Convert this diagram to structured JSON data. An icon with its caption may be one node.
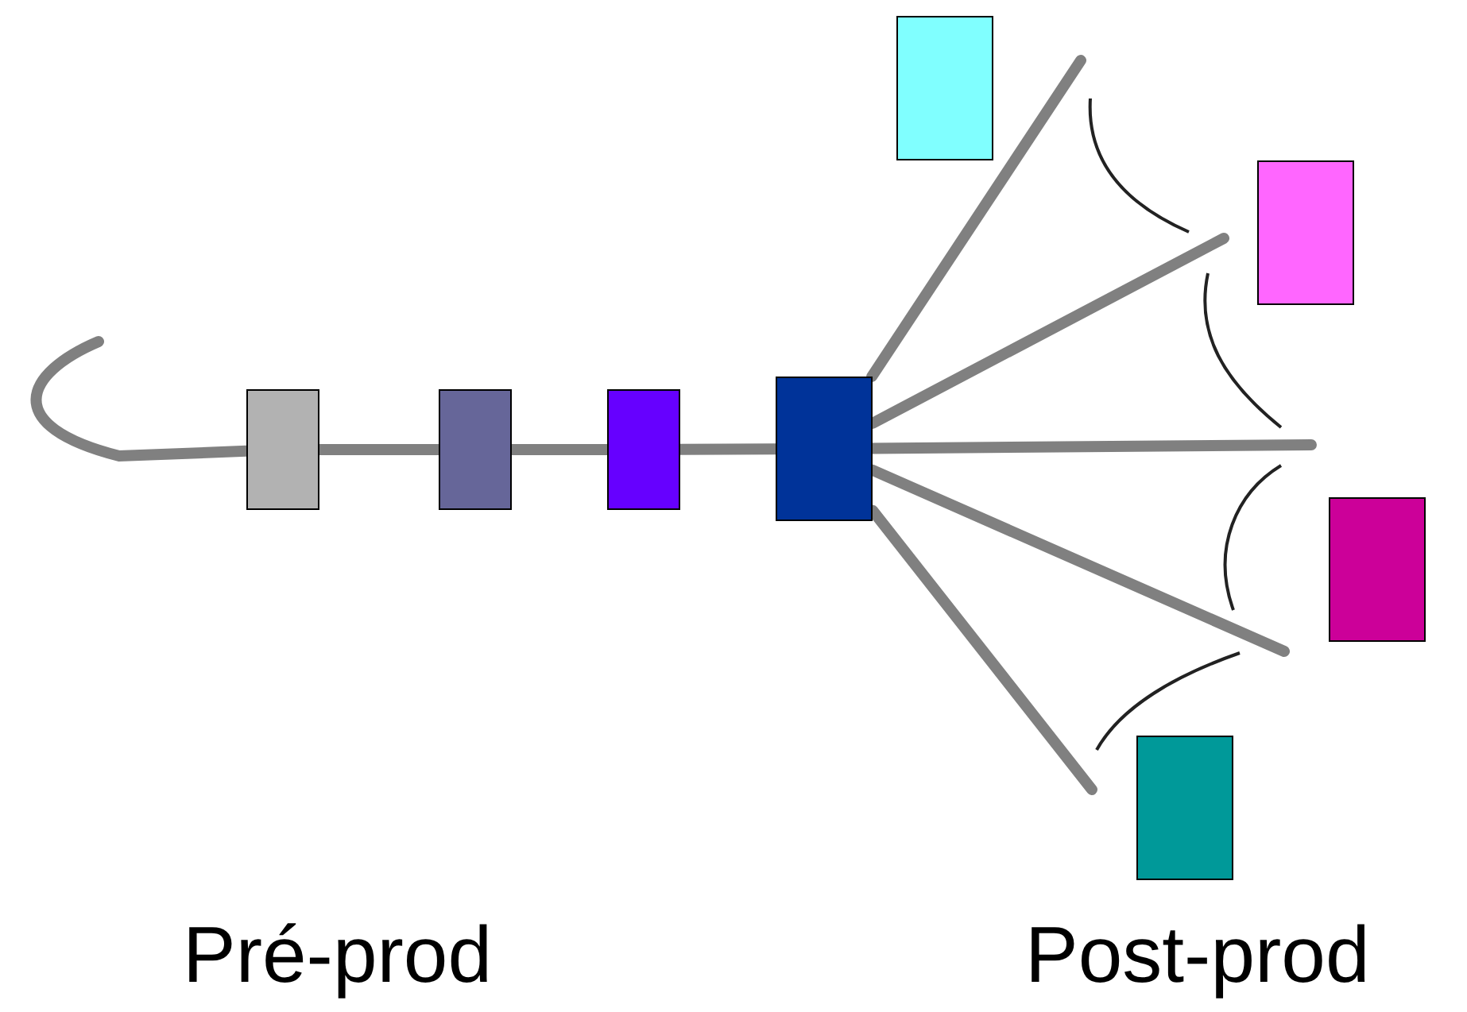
{
  "diagram": {
    "nodes": [
      {
        "text": [],
        "shape": "box"
      },
      {
        "text": [],
        "shape": "box"
      },
      {
        "text": [],
        "shape": "box"
      },
      {
        "text": [],
        "shape": "box"
      },
      {
        "text": [],
        "shape": "box"
      },
      {
        "text": [],
        "shape": "box"
      },
      {
        "text": [],
        "shape": "box"
      },
      {
        "text": [],
        "shape": "box"
      }
    ],
    "edges": [
      {
        "from": null,
        "to": 0,
        "arrow": "none"
      },
      {
        "from": 0,
        "to": 1,
        "arrow": "none"
      },
      {
        "from": 1,
        "to": 2,
        "arrow": "none"
      },
      {
        "from": 2,
        "to": 3,
        "arrow": "none"
      },
      {
        "from": 3,
        "to": null,
        "arrow": "none"
      },
      {
        "from": 3,
        "to": null,
        "arrow": "none"
      },
      {
        "from": 3,
        "to": null,
        "arrow": "none"
      },
      {
        "from": 3,
        "to": null,
        "arrow": "none"
      },
      {
        "from": 3,
        "to": null,
        "arrow": "none"
      }
    ],
    "labels": [
      "Pré-prod",
      "Post-prod"
    ]
  }
}
